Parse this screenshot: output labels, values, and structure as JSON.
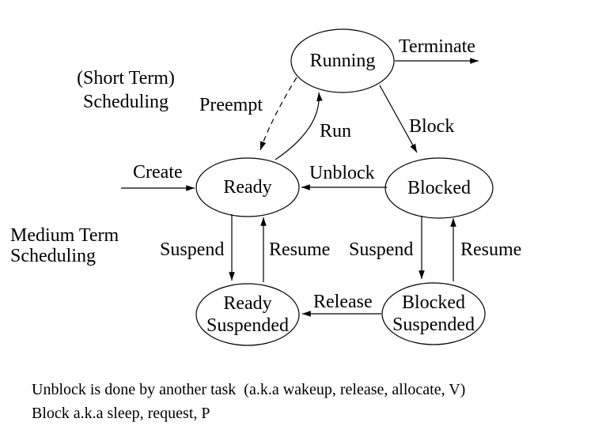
{
  "colors": {
    "background": "#ffffff",
    "ink": "#000000"
  },
  "diagram": {
    "states": [
      {
        "id": "running",
        "label": "Running"
      },
      {
        "id": "ready",
        "label": "Ready"
      },
      {
        "id": "blocked",
        "label": "Blocked"
      },
      {
        "id": "ready-suspended",
        "line1": "Ready",
        "line2": "Suspended"
      },
      {
        "id": "blocked-suspended",
        "line1": "Blocked",
        "line2": "Suspended"
      }
    ],
    "transitions": {
      "terminate": "Terminate",
      "preempt": "Preempt",
      "run": "Run",
      "block": "Block",
      "create": "Create",
      "unblock": "Unblock",
      "suspend_ready": "Suspend",
      "resume_ready": "Resume",
      "suspend_blocked": "Suspend",
      "resume_blocked": "Resume",
      "release": "Release"
    },
    "annotations": {
      "short_term_line1": "(Short Term)",
      "short_term_line2": "Scheduling",
      "medium_term_line1": "Medium Term",
      "medium_term_line2": "Scheduling"
    }
  },
  "footnotes": {
    "line1": "Unblock is done by another task  (a.k.a wakeup, release, allocate, V)",
    "line2": "Block a.k.a sleep, request, P"
  }
}
